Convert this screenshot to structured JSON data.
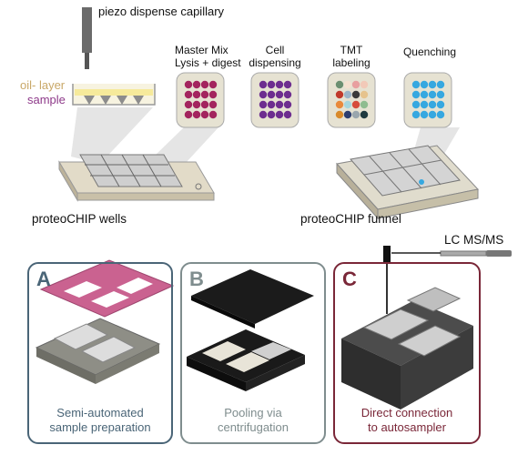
{
  "top": {
    "capillary_label": "piezo dispense capillary",
    "oil_label": "oil- layer",
    "sample_label": "sample",
    "wells_label": "proteoCHIP wells",
    "funnel_label": "proteoCHIP funnel",
    "lcms_label": "LC MS/MS",
    "steps": [
      {
        "line1": "Master Mix",
        "line2": "Lysis + digest"
      },
      {
        "line1": "Cell",
        "line2": "dispensing"
      },
      {
        "line1": "TMT",
        "line2": "labeling"
      },
      {
        "line1": "Quenching",
        "line2": ""
      }
    ]
  },
  "panels": [
    {
      "letter": "A",
      "line1": "Semi-automated",
      "line2": "sample preparation",
      "color": "#4a6577"
    },
    {
      "letter": "B",
      "line1": "Pooling via",
      "line2": "centrifugation",
      "color": "#7f8d8e"
    },
    {
      "letter": "C",
      "line1": "Direct connection",
      "line2": "to autosampler",
      "color": "#7a2738"
    }
  ],
  "colors": {
    "master_mix": "#a3245e",
    "cells": "#6d2d8f",
    "quench": "#36a8e0",
    "oil": "#c9a868",
    "sample": "#8e3a8a"
  }
}
